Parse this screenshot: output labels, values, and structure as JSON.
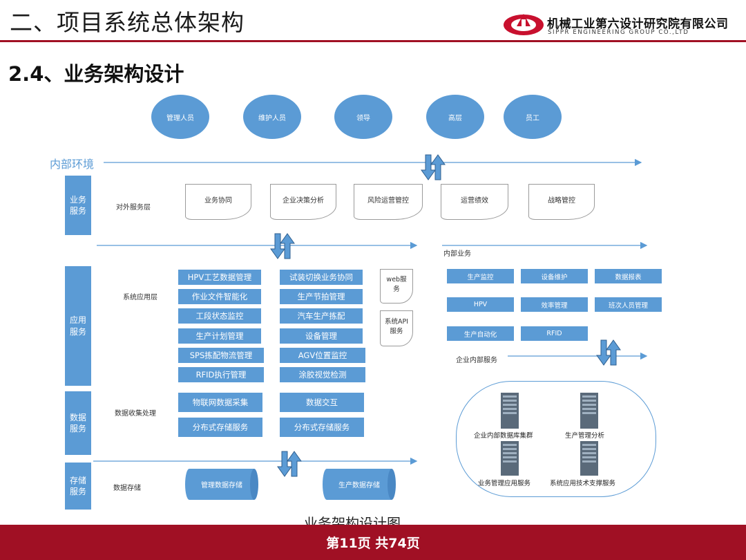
{
  "header": {
    "title": "二、项目系统总体架构",
    "subtitle": "2.4、业务架构设计",
    "company_cn": "机械工业第六设计研究院有限公司",
    "company_en": "SIPPR ENGINEERING GROUP CO.,LTD",
    "accent_color": "#a01024",
    "box_color": "#5b9bd5"
  },
  "roles": [
    "管理人员",
    "维护人员",
    "领导",
    "高层",
    "员工"
  ],
  "internal_env_label": "内部环境",
  "layers": {
    "business": {
      "label": "业务服务",
      "sublabel": "对外服务层",
      "docs": [
        "业务协同",
        "企业决策分析",
        "风险运营管控",
        "运营绩效",
        "战略管控"
      ]
    },
    "application": {
      "label": "应用服务",
      "sublabel": "系统应用层",
      "left_items": [
        "HPV工艺数据管理",
        "作业文件智能化",
        "工段状态监控",
        "生产计划管理",
        "SPS拣配物流管理",
        "RFID执行管理"
      ],
      "right_items": [
        "试装切换业务协同",
        "生产节拍管理",
        "汽车生产拣配",
        "设备管理",
        "AGV位置监控",
        "涂胶视觉检测"
      ],
      "web_service": "web服务",
      "api_service": "系统API服务"
    },
    "data": {
      "label": "数据服务",
      "sublabel": "数据收集处理",
      "items": [
        "物联网数据采集",
        "分布式存储服务",
        "数据交互",
        "分布式存储服务"
      ]
    },
    "storage": {
      "label": "存储服务",
      "sublabel": "数据存储",
      "items": [
        "管理数据存储",
        "生产数据存储"
      ]
    }
  },
  "internal_business": {
    "label": "内部业务",
    "items": [
      "生产监控",
      "设备维护",
      "数据报表",
      "HPV",
      "效率管理",
      "班次人员管理",
      "生产自动化",
      "RFID"
    ],
    "enterprise_service_label": "企业内部服务"
  },
  "servers": [
    "企业内部数据库集群",
    "生产管理分析",
    "业务管理应用服务",
    "系统应用技术支撑服务"
  ],
  "caption": "业务架构设计图",
  "footer": "第11页 共74页"
}
